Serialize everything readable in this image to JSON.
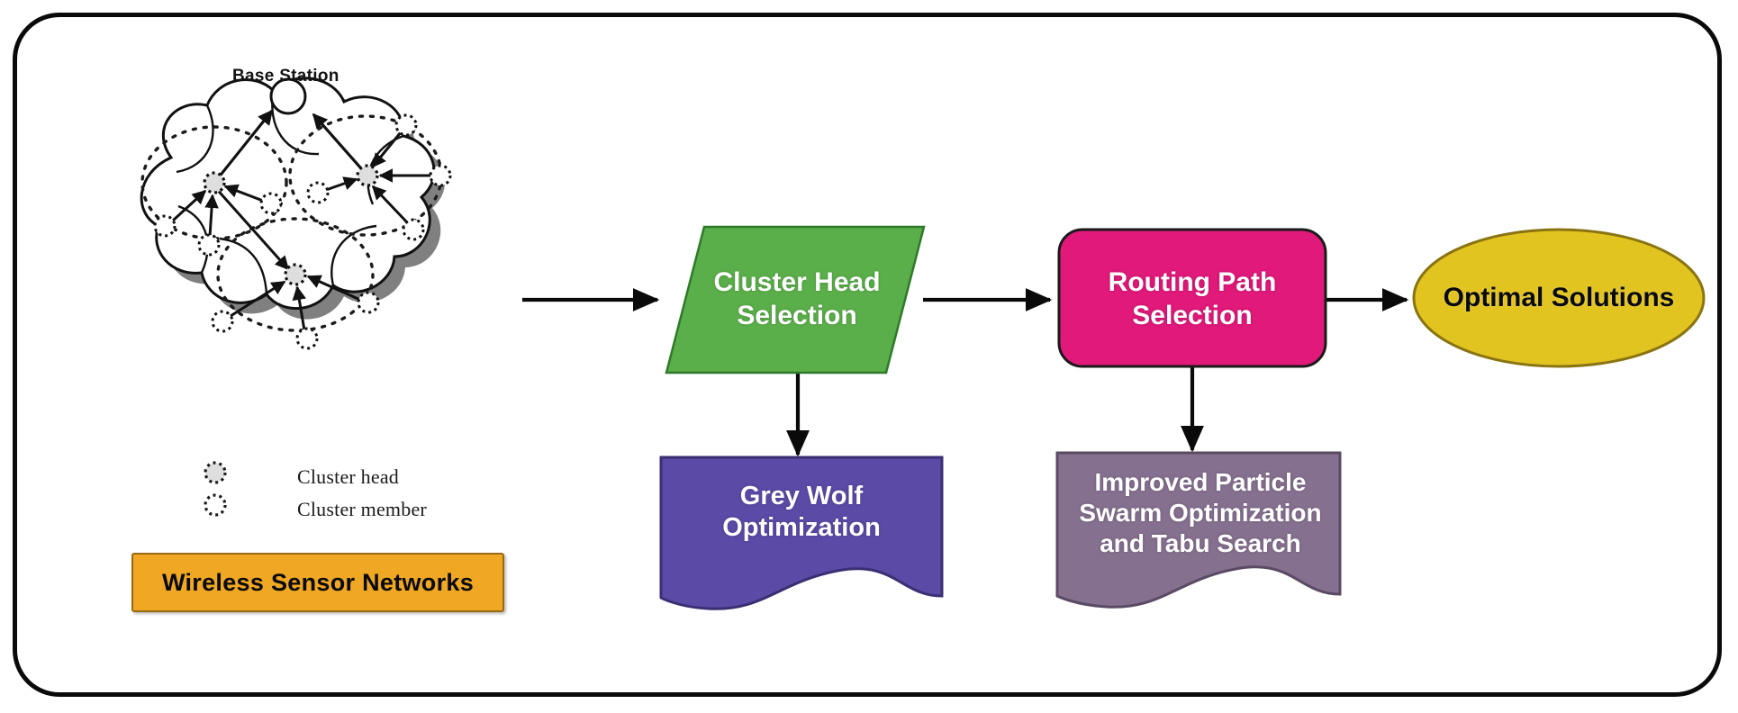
{
  "diagram": {
    "title_label": "Base Station",
    "frame_color": "#0a0a0a",
    "wsn_group": {
      "label": "Wireless Sensor Networks",
      "box_color": "#EFA724",
      "border_color": "#9a6a12",
      "text_color": "#0a0a0a",
      "cloud_outline_color": "#111111",
      "cloud_shadow_color": "#808080",
      "cluster_circle_style": "dotted",
      "cluster_count": 3,
      "base_station_node": "circle-node",
      "legend": [
        {
          "symbol": "cluster-head-node",
          "label": "Cluster head",
          "filled": "shaded"
        },
        {
          "symbol": "cluster-member-node",
          "label": "Cluster member",
          "filled": "hollow"
        }
      ]
    },
    "nodes": [
      {
        "id": "cluster-head-selection",
        "label": "Cluster Head\nSelection",
        "line1": "Cluster Head",
        "line2": "Selection",
        "shape": "parallelogram",
        "fill": "#5BAF4A",
        "stroke": "#2f7a2a",
        "text_color": "#FFFFFF"
      },
      {
        "id": "routing-path-selection",
        "label": "Routing Path\nSelection",
        "line1": "Routing Path",
        "line2": "Selection",
        "shape": "rounded-rectangle",
        "fill": "#E0197A",
        "stroke": "#1a1a1a",
        "text_color": "#FFFFFF"
      },
      {
        "id": "optimal-solutions",
        "label": "Optimal Solutions",
        "line1": "Optimal Solutions",
        "line2": "",
        "shape": "ellipse",
        "fill": "#E2C420",
        "stroke": "#8a7412",
        "text_color": "#0A0A0A"
      },
      {
        "id": "grey-wolf-optimization",
        "label": "Grey Wolf\nOptimization",
        "line1": "Grey Wolf",
        "line2": "Optimization",
        "shape": "document",
        "fill": "#5B4AA6",
        "stroke": "#3a2f73",
        "text_color": "#FFFFFF"
      },
      {
        "id": "improved-pso-tabu",
        "label": "Improved Particle\nSwarm Optimization\nand Tabu Search",
        "line1": "Improved Particle",
        "line2": "Swarm Optimization",
        "line3": "and Tabu Search",
        "shape": "document",
        "fill": "#85708F",
        "stroke": "#5a4a63",
        "text_color": "#FFFFFF"
      }
    ],
    "edges": [
      {
        "from": "wireless-sensor-networks",
        "to": "cluster-head-selection",
        "direction": "right"
      },
      {
        "from": "cluster-head-selection",
        "to": "routing-path-selection",
        "direction": "right"
      },
      {
        "from": "routing-path-selection",
        "to": "optimal-solutions",
        "direction": "right"
      },
      {
        "from": "cluster-head-selection",
        "to": "grey-wolf-optimization",
        "direction": "down"
      },
      {
        "from": "routing-path-selection",
        "to": "improved-pso-tabu",
        "direction": "down"
      }
    ]
  }
}
